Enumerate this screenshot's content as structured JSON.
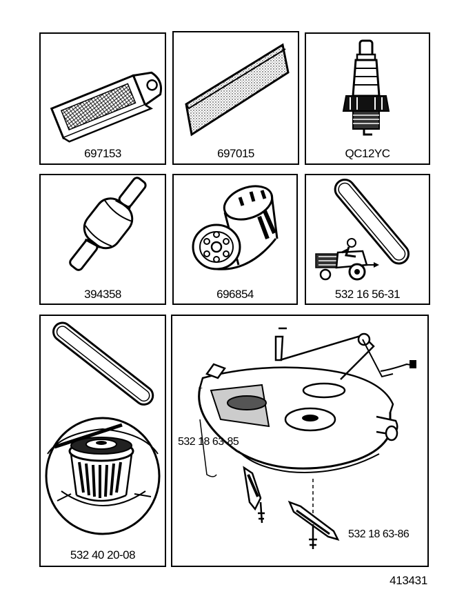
{
  "parts": [
    {
      "id": "air-filter",
      "label": "697153"
    },
    {
      "id": "pre-filter",
      "label": "697015"
    },
    {
      "id": "spark-plug",
      "label": "QC12YC"
    },
    {
      "id": "fuel-filter",
      "label": "394358"
    },
    {
      "id": "oil-filter",
      "label": "696854"
    },
    {
      "id": "drive-belt",
      "label": "532 16 56-31"
    },
    {
      "id": "mower-belt-pulley",
      "label": "532 40 20-08"
    }
  ],
  "mower_deck": {
    "blade_left_label": "532 18  63-85",
    "blade_right_label": "532 18 63-86"
  },
  "doc_number": "413431"
}
